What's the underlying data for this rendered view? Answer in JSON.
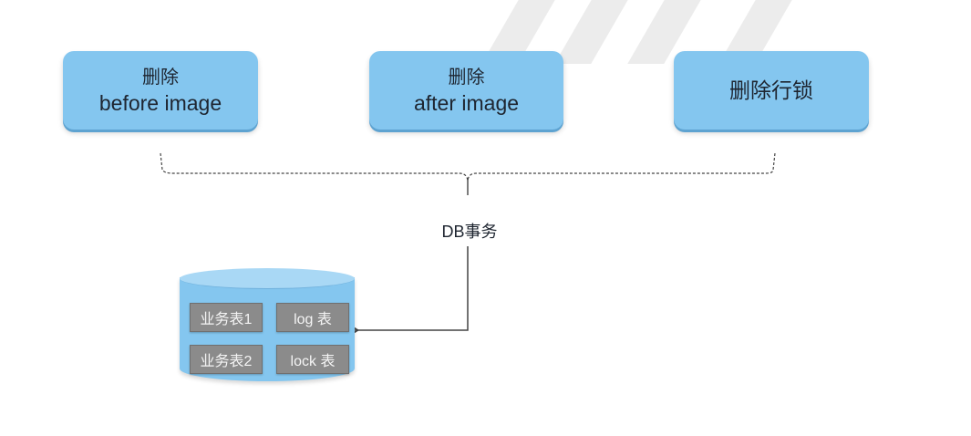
{
  "steps": [
    {
      "line1": "删除",
      "line2": "before image"
    },
    {
      "line1": "删除",
      "line2": "after image"
    },
    {
      "line1": "删除行锁",
      "line2": ""
    }
  ],
  "transaction_label": "DB事务",
  "database": {
    "tables": [
      "业务表1",
      "log 表",
      "业务表2",
      "lock 表"
    ]
  },
  "colors": {
    "step_fill": "#84c6ef",
    "table_fill": "#8b8b8b",
    "line": "#444444"
  }
}
